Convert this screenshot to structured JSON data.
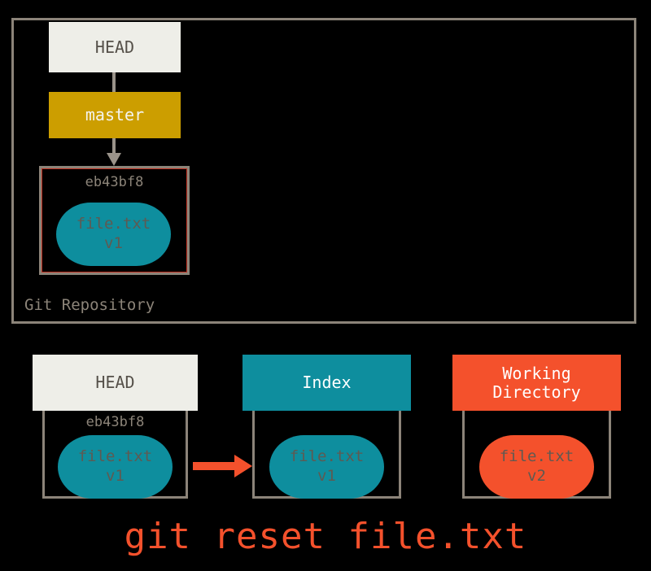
{
  "diagram": {
    "title": "git reset file.txt",
    "caption": "git reset file.txt",
    "colors": {
      "background": "#000000",
      "frame_border": "#8c8479",
      "head_chip_bg": "#eeeee8",
      "head_chip_text": "#555049",
      "master_chip_bg": "#cc9e00",
      "index_chip_bg": "#0e8e9e",
      "working_directory_chip_bg": "#f4512c",
      "blob_teal": "#0e8e9e",
      "blob_orange": "#f4512c",
      "blob_text": "#5f5a52",
      "arrow_gray": "#9a938a",
      "arrow_orange": "#f4512c",
      "caption_text": "#f4512c"
    }
  },
  "repository": {
    "label": "Git Repository",
    "head": {
      "label": "HEAD"
    },
    "branch": {
      "label": "master"
    },
    "commit": {
      "sha": "eb43bf8",
      "blob": {
        "filename": "file.txt",
        "version": "v1"
      }
    }
  },
  "areas": [
    {
      "id": "head",
      "label": "HEAD",
      "sha": "eb43bf8",
      "blob": {
        "filename": "file.txt",
        "version": "v1"
      }
    },
    {
      "id": "index",
      "label": "Index",
      "sha": "",
      "blob": {
        "filename": "file.txt",
        "version": "v1"
      }
    },
    {
      "id": "working-directory",
      "label": "Working\nDirectory",
      "sha": "",
      "blob": {
        "filename": "file.txt",
        "version": "v2"
      }
    }
  ]
}
